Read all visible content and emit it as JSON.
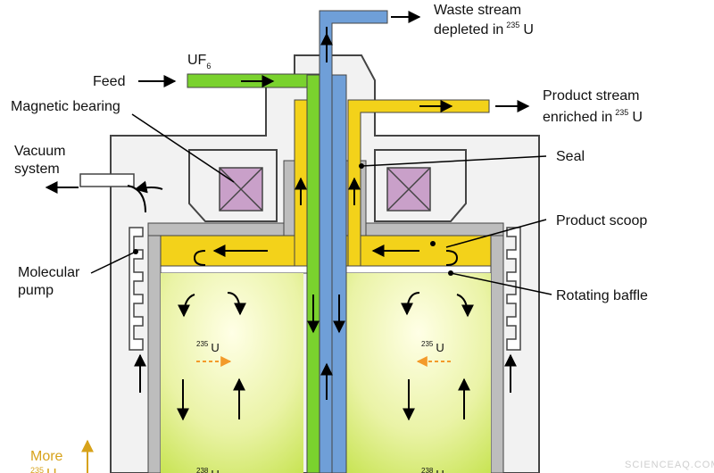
{
  "labels": {
    "waste_line1": "Waste stream",
    "waste_line2": "depleted in",
    "waste_sup": "235",
    "waste_u": "U",
    "uf6_main": "UF",
    "uf6_sub": "6",
    "feed": "Feed",
    "magnetic_bearing": "Magnetic bearing",
    "product_line1": "Product stream",
    "product_line2": "enriched in",
    "product_sup": "235",
    "product_u": "U",
    "vacuum_line1": "Vacuum",
    "vacuum_line2": "system",
    "seal": "Seal",
    "product_scoop": "Product scoop",
    "molecular_line1": "Molecular",
    "molecular_line2": "pump",
    "rotating_baffle": "Rotating baffle",
    "u235_sup": "235",
    "u235_u": "U",
    "u238_sup": "238",
    "u238_u": "U",
    "more_line1": "More",
    "more_sup": "235",
    "more_u": "U",
    "watermark": "SCIENCEAQ.COM"
  },
  "colors": {
    "feed_pipe": "#7ad22e",
    "waste_pipe": "#6f9fd8",
    "product_pipe": "#f3d21a",
    "bearing": "#c9a0c9",
    "casing": "#f2f2f2",
    "wall": "#bdbdbd",
    "enrich_arrow": "#f39a2a",
    "more_label": "#d7a21a"
  }
}
